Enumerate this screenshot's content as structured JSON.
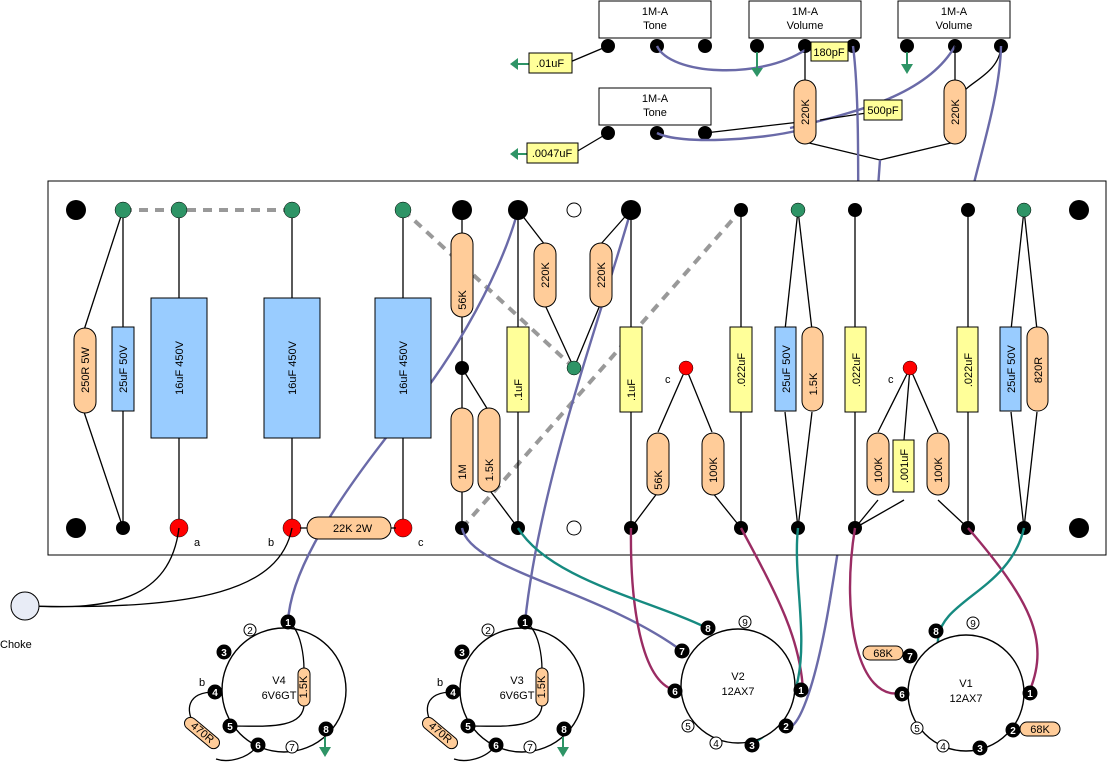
{
  "title": "Amplifier turret board layout diagram",
  "colors": {
    "resistor": "#ffcc99",
    "electrolytic_cap": "#99ccff",
    "film_cap": "#ffff99",
    "ground_node": "#2e9466",
    "supply_node": "#ff0000",
    "wire_blue": "#6a6aa8",
    "wire_teal": "#168a80",
    "wire_magenta": "#9a2c63",
    "jumper_dashed": "#999999"
  },
  "pots": [
    {
      "value": "1M-A",
      "function": "Tone"
    },
    {
      "value": "1M-A",
      "function": "Volume"
    },
    {
      "value": "1M-A",
      "function": "Volume"
    },
    {
      "value": "1M-A",
      "function": "Tone"
    }
  ],
  "off_board": {
    "tone_cap_1": ".01uF",
    "tone_cap_2": ".0047uF",
    "bright_cap": "180pF",
    "mix_cap": "500pF",
    "mix_res_1": "220K",
    "mix_res_2": "220K",
    "choke_label": "Choke"
  },
  "board": {
    "components": {
      "r_250r": "250R 5W",
      "c_25uf_a": "25uF 50V",
      "c_16uf_a": "16uF 450V",
      "c_16uf_b": "16uF 450V",
      "c_16uf_c": "16uF 450V",
      "r_22k": "22K 2W",
      "r_56k_a": "56K",
      "r_1m": "1M",
      "r_1k5_a": "1.5K",
      "c_01_a": ".1uF",
      "r_220k_a": "220K",
      "r_220k_b": "220K",
      "c_01_b": ".1uF",
      "r_56k_b": "56K",
      "r_100k_a": "100K",
      "c_022_a": ".022uF",
      "c_25uf_b": "25uF 50V",
      "r_1k5_b": "1.5K",
      "c_022_b": ".022uF",
      "r_100k_b": "100K",
      "c_001": ".001uF",
      "r_100k_c": "100K",
      "c_022_c": ".022uF",
      "c_25uf_c": "25uF 50V",
      "r_820r": "820R"
    },
    "node_labels": {
      "a": "a",
      "b": "b",
      "c1": "c",
      "c2": "c",
      "c3": "c"
    }
  },
  "tubes": [
    {
      "name": "V4",
      "type": "6V6GT",
      "screen_res": "1.5K",
      "grid_res": "470R",
      "node": "b",
      "pins": [
        "1",
        "2",
        "3",
        "4",
        "5",
        "6",
        "7",
        "8"
      ]
    },
    {
      "name": "V3",
      "type": "6V6GT",
      "screen_res": "1.5K",
      "grid_res": "470R",
      "node": "b",
      "pins": [
        "1",
        "2",
        "3",
        "4",
        "5",
        "6",
        "7",
        "8"
      ]
    },
    {
      "name": "V2",
      "type": "12AX7",
      "pins": [
        "1",
        "2",
        "3",
        "4",
        "5",
        "6",
        "7",
        "8",
        "9"
      ]
    },
    {
      "name": "V1",
      "type": "12AX7",
      "grid_res_1": "68K",
      "grid_res_2": "68K",
      "pins": [
        "1",
        "2",
        "3",
        "4",
        "5",
        "6",
        "7",
        "8",
        "9"
      ]
    }
  ]
}
